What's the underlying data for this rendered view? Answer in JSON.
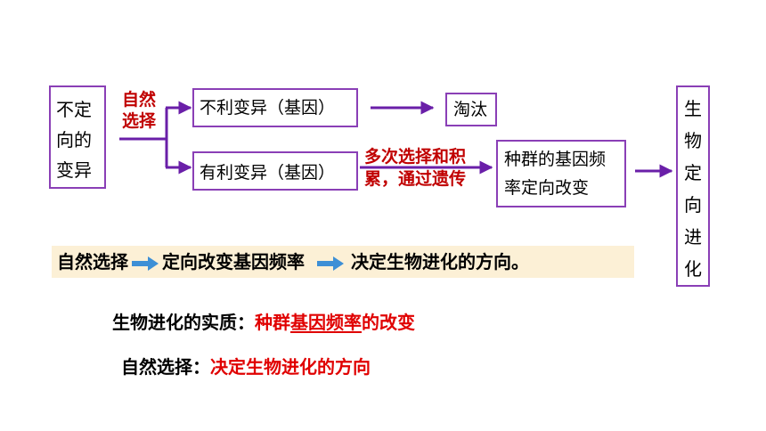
{
  "diagram": {
    "start_box": [
      "不定",
      "向的",
      "变异"
    ],
    "natural_selection_label": [
      "自然",
      "选择"
    ],
    "unfavorable_box": "不利变异（基因）",
    "favorable_box": "有利变异（基因）",
    "eliminated_box": "淘汰",
    "repeated_label": [
      "多次选择和积",
      "累，通过遗传"
    ],
    "frequency_box": [
      "种群的基因频",
      "率定向改变"
    ],
    "evolution_box": [
      "生",
      "物",
      "定",
      "向",
      "进",
      "化"
    ]
  },
  "summary": {
    "part1": "自然选择",
    "part2": "定向改变基因频率",
    "part3": "决定生物进化的方向。"
  },
  "essence": {
    "label": "生物进化的实质：",
    "value_prefix": "种群",
    "value_underlined": "基因频率",
    "value_suffix": "的改变"
  },
  "natural_selection_role": {
    "label": "自然选择：",
    "value": "决定生物进化的方向"
  },
  "colors": {
    "box_border": "#8a3fb6",
    "arrow": "#6a1fa8",
    "red_text": "#e00000",
    "dark_red_text": "#c00000",
    "summary_bg": "#fcf0d6",
    "blue_arrow": "#3d8fd6"
  }
}
